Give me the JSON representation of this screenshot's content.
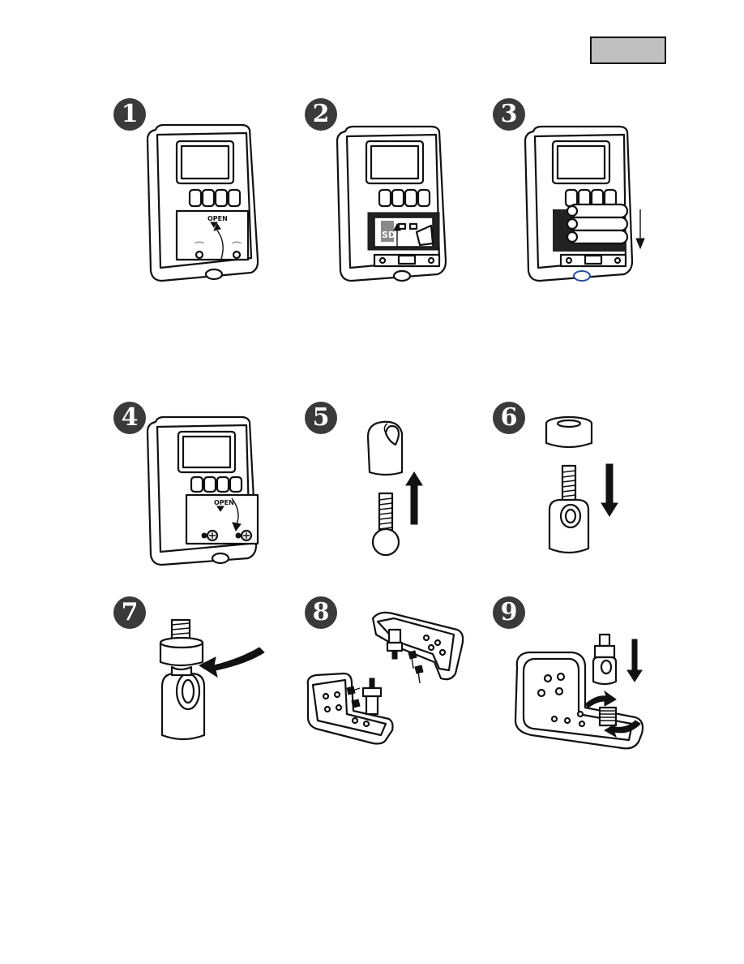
{
  "page": {
    "tab_color": "#c0c0c0",
    "badge_color": "#3a3a3a"
  },
  "steps": [
    {
      "number": "1",
      "icon": "device-open-cover-icon"
    },
    {
      "number": "2",
      "icon": "device-sd-card-icon"
    },
    {
      "number": "3",
      "icon": "device-insert-batteries-icon"
    },
    {
      "number": "4",
      "icon": "device-close-cover-icon"
    },
    {
      "number": "5",
      "icon": "mount-ball-joint-icon"
    },
    {
      "number": "6",
      "icon": "mount-nut-screw-icon"
    },
    {
      "number": "7",
      "icon": "mount-tighten-nut-icon"
    },
    {
      "number": "8",
      "icon": "bracket-screws-icon"
    },
    {
      "number": "9",
      "icon": "bracket-attach-icon"
    }
  ],
  "labels": {
    "open": "OPEN",
    "sd": "SD"
  }
}
